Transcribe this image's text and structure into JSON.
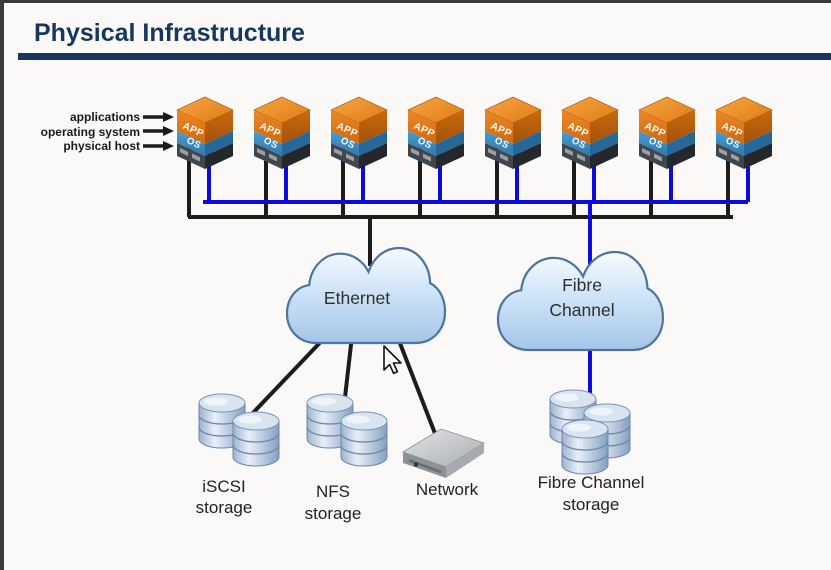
{
  "header": {
    "title": "Physical Infrastructure"
  },
  "legend": {
    "applications": "applications",
    "operating_system": "operating system",
    "physical_host": "physical host"
  },
  "stack": {
    "app": "APP",
    "os": "OS",
    "count": 8
  },
  "clouds": {
    "ethernet": {
      "label": "Ethernet"
    },
    "fibre_channel": {
      "label_line1": "Fibre",
      "label_line2": "Channel"
    }
  },
  "storage": {
    "iscsi": {
      "label_line1": "iSCSI",
      "label_line2": "storage"
    },
    "nfs": {
      "label_line1": "NFS",
      "label_line2": "storage"
    },
    "network": {
      "label": "Network"
    },
    "fibre_channel": {
      "label_line1": "Fibre Channel",
      "label_line2": "storage"
    }
  },
  "colors": {
    "title_navy": "#17365d",
    "rule_navy": "#17365d",
    "wire_black": "#1c1c1c",
    "wire_blue": "#0b0bdd",
    "app_orange": "#e0791b",
    "os_blue": "#3b8bc2",
    "host_gray": "#41464d",
    "cloud_fill": "#cfe4f7",
    "cloud_stroke": "#4d749f",
    "background": "#faf9f7",
    "border_dark": "#3a3a3a"
  }
}
